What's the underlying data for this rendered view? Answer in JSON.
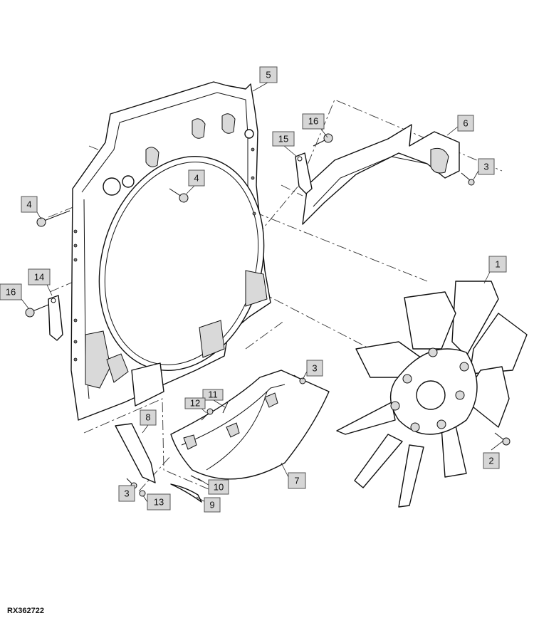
{
  "figure_id": "RX362722",
  "callouts": [
    {
      "key": "c1",
      "label": "1"
    },
    {
      "key": "c2",
      "label": "2"
    },
    {
      "key": "c3a",
      "label": "3"
    },
    {
      "key": "c3b",
      "label": "3"
    },
    {
      "key": "c3c",
      "label": "3"
    },
    {
      "key": "c4a",
      "label": "4"
    },
    {
      "key": "c4b",
      "label": "4"
    },
    {
      "key": "c5",
      "label": "5"
    },
    {
      "key": "c6",
      "label": "6"
    },
    {
      "key": "c7",
      "label": "7"
    },
    {
      "key": "c8",
      "label": "8"
    },
    {
      "key": "c9",
      "label": "9"
    },
    {
      "key": "c10",
      "label": "10"
    },
    {
      "key": "c11",
      "label": "11"
    },
    {
      "key": "c12",
      "label": "12"
    },
    {
      "key": "c13",
      "label": "13"
    },
    {
      "key": "c14",
      "label": "14"
    },
    {
      "key": "c15",
      "label": "15"
    },
    {
      "key": "c16a",
      "label": "16"
    },
    {
      "key": "c16b",
      "label": "16"
    }
  ]
}
